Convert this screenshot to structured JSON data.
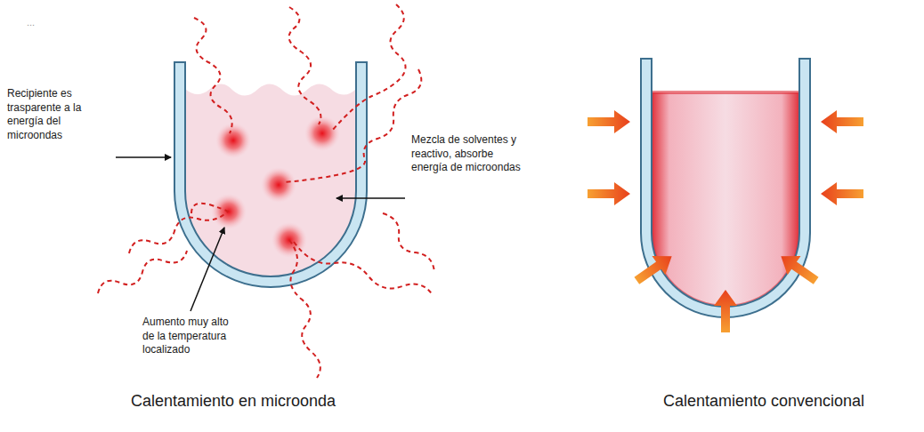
{
  "diagram": {
    "labels": [
      "...",
      "Recipiente es trasparente a la energía del microondas",
      "Mezcla de solventes y reactivo, absorbe energía de microondas",
      "Aumento muy alto de la temperatura localizado",
      "Calentamiento en microonda",
      "Calentamiento convencional"
    ]
  }
}
